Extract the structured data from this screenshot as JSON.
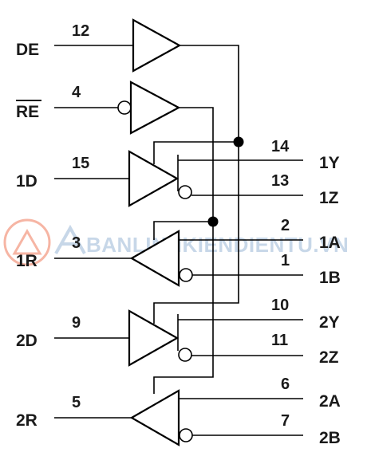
{
  "watermark": "BANLINHKIENDIENTU.VN",
  "labels": {
    "DE": "DE",
    "RE": "RE",
    "1D": "1D",
    "1R": "1R",
    "2D": "2D",
    "2R": "2R",
    "1Y": "1Y",
    "1Z": "1Z",
    "1A": "1A",
    "1B": "1B",
    "2Y": "2Y",
    "2Z": "2Z",
    "2A": "2A",
    "2B": "2B"
  },
  "pins": {
    "DE": "12",
    "RE": "4",
    "1D": "15",
    "1R": "3",
    "2D": "9",
    "2R": "5",
    "1Y": "14",
    "1Z": "13",
    "1A": "2",
    "1B": "1",
    "2Y": "10",
    "2Z": "11",
    "2A": "6",
    "2B": "7"
  },
  "colors": {
    "line": "#000000",
    "text": "#1a1a1a",
    "watermark": "#9bb7d6",
    "logo_accent": "#f07a5a"
  },
  "icons": [
    "watermark-logo-icon"
  ]
}
